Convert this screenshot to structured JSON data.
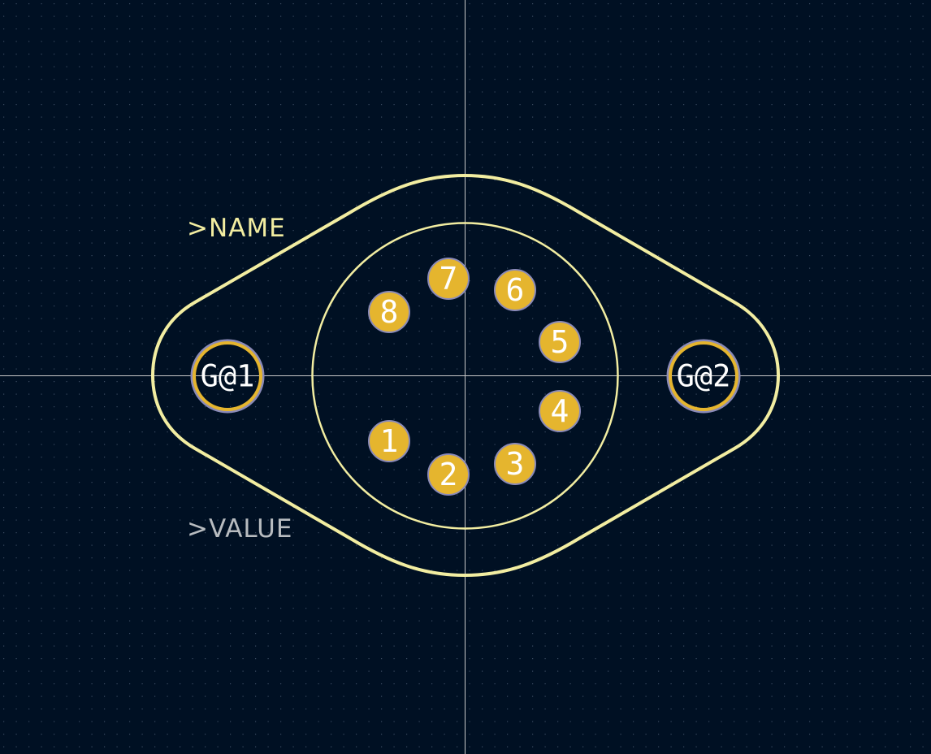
{
  "colors": {
    "background": "#001023",
    "grid_dot": "#3a4a60",
    "crosshair": "#c8c8c8",
    "silkscreen": "#f2eda1",
    "value_text": "#b8bcc0",
    "pad_fill": "#e5b52e",
    "pad_ring": "#8a8ab8",
    "pad_label": "#ffffff"
  },
  "labels": {
    "name": ">NAME",
    "value": ">VALUE"
  },
  "pads": [
    {
      "id": "1",
      "label": "1"
    },
    {
      "id": "2",
      "label": "2"
    },
    {
      "id": "3",
      "label": "3"
    },
    {
      "id": "4",
      "label": "4"
    },
    {
      "id": "5",
      "label": "5"
    },
    {
      "id": "6",
      "label": "6"
    },
    {
      "id": "7",
      "label": "7"
    },
    {
      "id": "8",
      "label": "8"
    }
  ],
  "ground_pads": [
    {
      "id": "g1",
      "label": "G@1"
    },
    {
      "id": "g2",
      "label": "G@2"
    }
  ]
}
